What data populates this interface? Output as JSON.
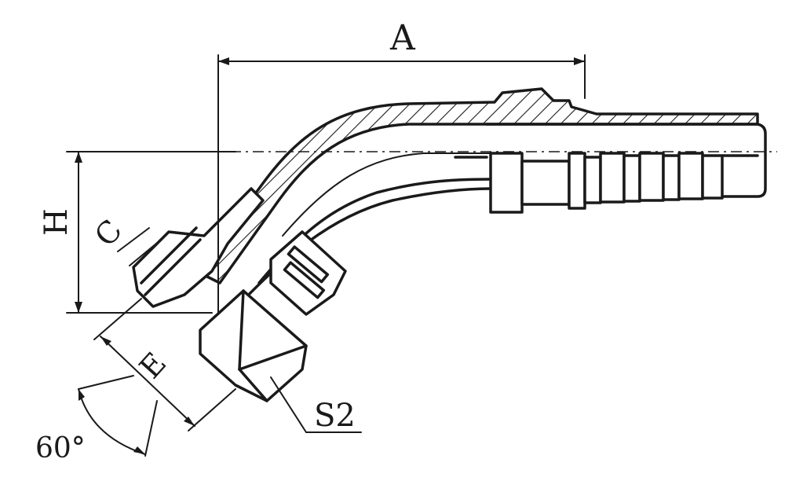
{
  "drawing": {
    "labels": {
      "a": "A",
      "h": "H",
      "c": "C",
      "e": "E",
      "s2": "S2",
      "angle": "60°"
    }
  }
}
